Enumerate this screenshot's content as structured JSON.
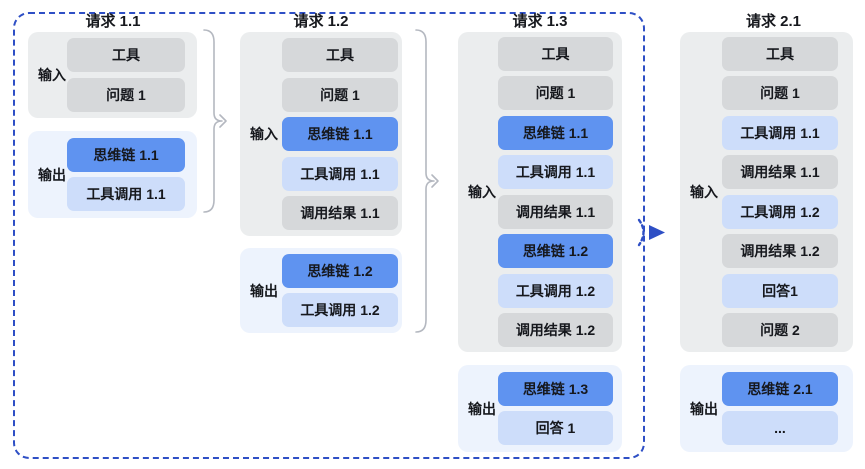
{
  "diagram_title": "multi-turn agent request context diagram",
  "colors": {
    "frame_dashed_blue": "#2e4fc5",
    "group_gray_bg": "#ebedee",
    "group_blue_bg": "#edf3fd",
    "box_gray": "#d6d8da",
    "box_blue": "#5f93f0",
    "box_lightblue": "#cdddfa",
    "bracket_gray": "#b4b8c0",
    "text_dark": "#16181d"
  },
  "columns": [
    {
      "title": "请求 1.1",
      "input": {
        "label": "输入",
        "boxes": [
          {
            "text": "工具",
            "variant": "gray"
          },
          {
            "text": "问题 1",
            "variant": "gray"
          }
        ]
      },
      "output": {
        "label": "输出",
        "boxes": [
          {
            "text": "思维链 1.1",
            "variant": "blue"
          },
          {
            "text": "工具调用 1.1",
            "variant": "lightblue"
          }
        ]
      }
    },
    {
      "title": "请求 1.2",
      "input": {
        "label": "输入",
        "boxes": [
          {
            "text": "工具",
            "variant": "gray"
          },
          {
            "text": "问题 1",
            "variant": "gray"
          },
          {
            "text": "思维链 1.1",
            "variant": "blue"
          },
          {
            "text": "工具调用 1.1",
            "variant": "lightblue"
          },
          {
            "text": "调用结果 1.1",
            "variant": "gray"
          }
        ]
      },
      "output": {
        "label": "输出",
        "boxes": [
          {
            "text": "思维链 1.2",
            "variant": "blue"
          },
          {
            "text": "工具调用 1.2",
            "variant": "lightblue"
          }
        ]
      }
    },
    {
      "title": "请求 1.3",
      "input": {
        "label": "输入",
        "boxes": [
          {
            "text": "工具",
            "variant": "gray"
          },
          {
            "text": "问题 1",
            "variant": "gray"
          },
          {
            "text": "思维链 1.1",
            "variant": "blue"
          },
          {
            "text": "工具调用 1.1",
            "variant": "lightblue"
          },
          {
            "text": "调用结果 1.1",
            "variant": "gray"
          },
          {
            "text": "思维链 1.2",
            "variant": "blue"
          },
          {
            "text": "工具调用 1.2",
            "variant": "lightblue"
          },
          {
            "text": "调用结果 1.2",
            "variant": "gray"
          }
        ]
      },
      "output": {
        "label": "输出",
        "boxes": [
          {
            "text": "思维链 1.3",
            "variant": "blue"
          },
          {
            "text": "回答 1",
            "variant": "lightblue"
          }
        ]
      }
    },
    {
      "title": "请求 2.1",
      "input": {
        "label": "输入",
        "boxes": [
          {
            "text": "工具",
            "variant": "gray"
          },
          {
            "text": "问题 1",
            "variant": "gray"
          },
          {
            "text": "工具调用 1.1",
            "variant": "lightblue"
          },
          {
            "text": "调用结果 1.1",
            "variant": "gray"
          },
          {
            "text": "工具调用 1.2",
            "variant": "lightblue"
          },
          {
            "text": "调用结果 1.2",
            "variant": "gray"
          },
          {
            "text": "回答1",
            "variant": "lightblue"
          },
          {
            "text": "问题 2",
            "variant": "gray"
          }
        ]
      },
      "output": {
        "label": "输出",
        "boxes": [
          {
            "text": "思维链 2.1",
            "variant": "blue"
          },
          {
            "text": "...",
            "variant": "lightblue"
          }
        ]
      }
    }
  ]
}
